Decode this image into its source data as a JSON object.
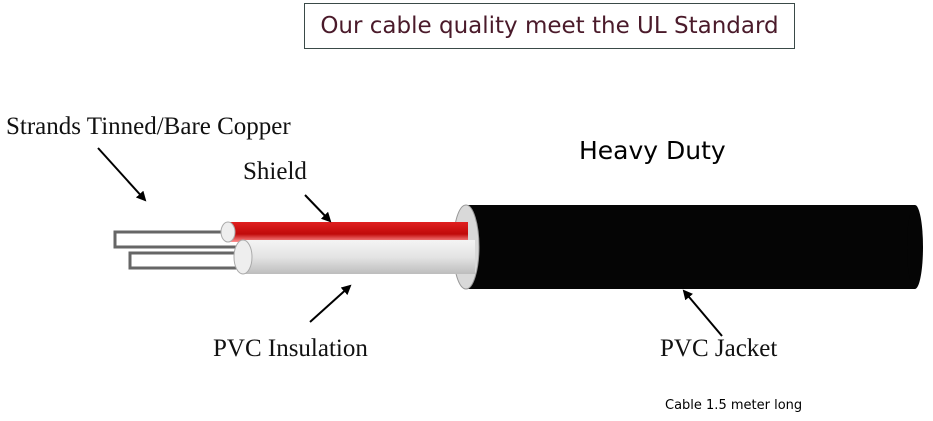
{
  "title": "Our cable quality meet the UL Standard",
  "labels": {
    "strands": "Strands Tinned/Bare Copper",
    "shield": "Shield",
    "heavy_duty": "Heavy Duty",
    "pvc_insulation": "PVC Insulation",
    "pvc_jacket": "PVC Jacket",
    "length_note": "Cable 1.5 meter long"
  },
  "colors": {
    "jacket": "#050505",
    "shield": "#c81010",
    "insulation": "#e2e2e2",
    "title_text": "#4a1a2a"
  }
}
